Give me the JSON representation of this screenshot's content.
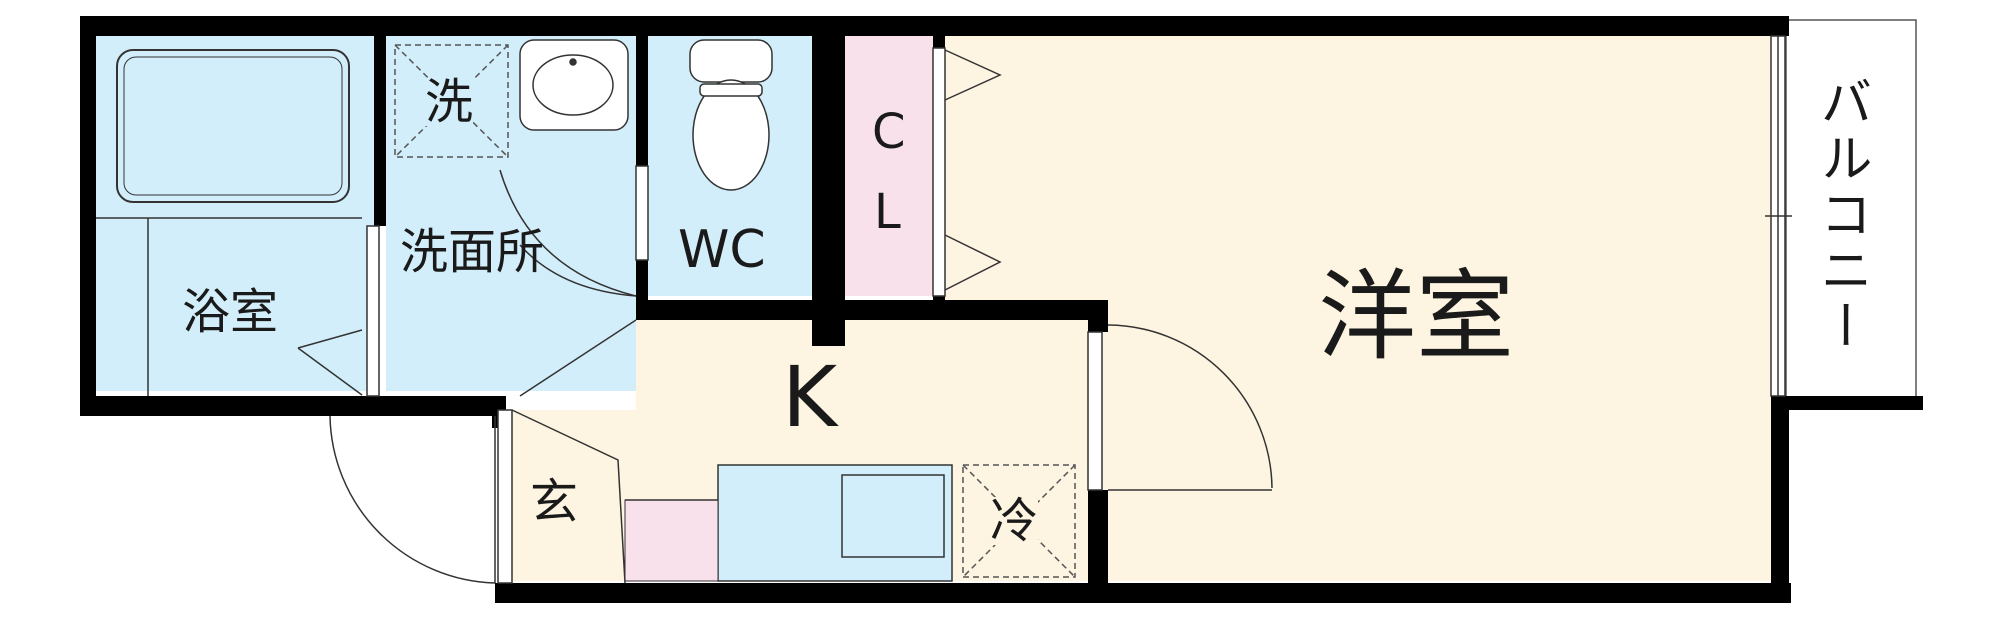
{
  "rooms": {
    "bath": "浴室",
    "washroom": "洗面所",
    "washer": "洗",
    "toilet": "WC",
    "closet_top": "C",
    "closet_bottom": "L",
    "western_room": "洋室",
    "kitchen": "K",
    "entrance": "玄",
    "fridge": "冷",
    "balcony": "バルコニー"
  },
  "colors": {
    "wet_area": "#d3eefb",
    "living_area": "#fdf5e2",
    "closet": "#f9e1ec",
    "wall": "#000000"
  }
}
